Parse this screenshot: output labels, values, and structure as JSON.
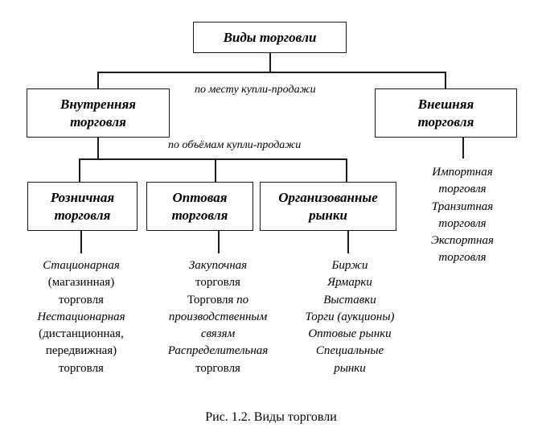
{
  "root": {
    "label": "Виды торговли"
  },
  "criteria": {
    "by_place": "по месту купли-продажи",
    "by_volume": "по объёмам купли-продажи"
  },
  "level1": {
    "internal": {
      "line1": "Внутренняя",
      "line2": "торговля"
    },
    "external": {
      "line1": "Внешняя",
      "line2": "торговля"
    }
  },
  "level2": {
    "retail": {
      "line1": "Розничная",
      "line2": "торговля"
    },
    "wholesale": {
      "line1": "Оптовая",
      "line2": "торговля"
    },
    "organized": {
      "line1": "Организованные",
      "line2": "рынки"
    }
  },
  "lists": {
    "retail": [
      {
        "text": "Стационарная",
        "italic": true
      },
      {
        "text": "(магазинная)",
        "italic": false
      },
      {
        "text": "торговля",
        "italic": false
      },
      {
        "text": "Нестационарная",
        "italic": true
      },
      {
        "text": "(дистанционная,",
        "italic": false
      },
      {
        "text": "передвижная)",
        "italic": false
      },
      {
        "text": "торговля",
        "italic": false
      }
    ],
    "wholesale": [
      {
        "text": "Закупочная",
        "italic": true
      },
      {
        "text": "торговля",
        "italic": false
      },
      {
        "text": "Торговля",
        "italic": false,
        "suffix": " по",
        "suffix_italic": true
      },
      {
        "text": "производственным",
        "italic": true
      },
      {
        "text": "связям",
        "italic": true
      },
      {
        "text": "Распределительная",
        "italic": true
      },
      {
        "text": "торговля",
        "italic": false
      }
    ],
    "organized": [
      {
        "text": "Биржи",
        "italic": true
      },
      {
        "text": "Ярмарки",
        "italic": true
      },
      {
        "text": "Выставки",
        "italic": true
      },
      {
        "text": "Торги (аукционы)",
        "italic": true
      },
      {
        "text": "Оптовые рынки",
        "italic": true
      },
      {
        "text": "Специальные",
        "italic": true
      },
      {
        "text": "рынки",
        "italic": true
      }
    ],
    "external": [
      {
        "text": "Импортная",
        "italic": true
      },
      {
        "text": "торговля",
        "italic": true
      },
      {
        "text": "Транзитная",
        "italic": true
      },
      {
        "text": "торговля",
        "italic": true
      },
      {
        "text": "Экспортная",
        "italic": true
      },
      {
        "text": "торговля",
        "italic": true
      }
    ]
  },
  "caption": "Рис. 1.2. Виды торговли"
}
